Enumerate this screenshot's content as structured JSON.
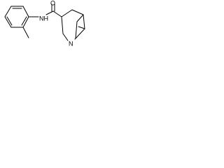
{
  "molecule": {
    "atoms": {
      "oxygen": "O",
      "amide_nitrogen": "NH",
      "ring_nitrogen": "N"
    }
  },
  "colors": {
    "background": "#ffffff",
    "ink": "#000000"
  }
}
